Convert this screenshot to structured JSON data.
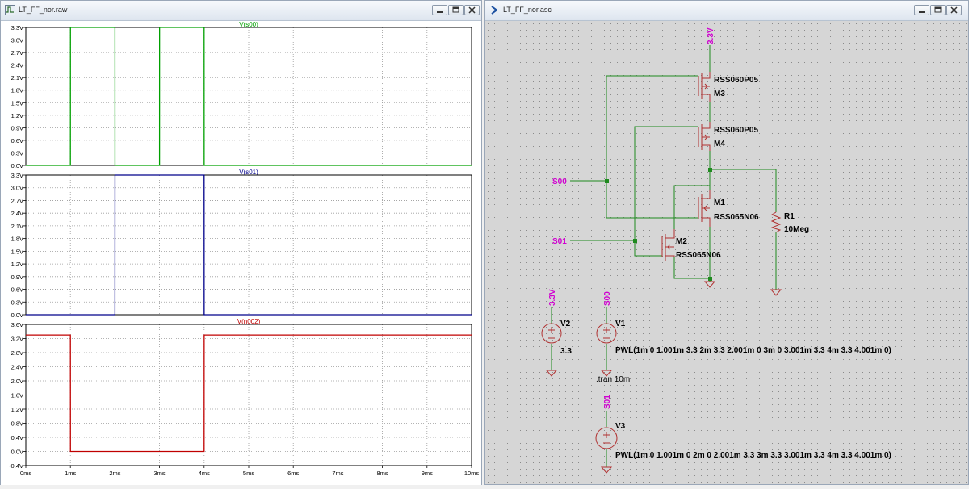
{
  "waveform_window": {
    "title": "LT_FF_nor.raw",
    "plots": [
      {
        "title": "V(s00)",
        "color": "#00a000",
        "yticks": [
          "3.3V",
          "3.0V",
          "2.7V",
          "2.4V",
          "2.1V",
          "1.8V",
          "1.5V",
          "1.2V",
          "0.9V",
          "0.6V",
          "0.3V",
          "0.0V"
        ]
      },
      {
        "title": "V(s01)",
        "color": "#00008b",
        "yticks": [
          "3.3V",
          "3.0V",
          "2.7V",
          "2.4V",
          "2.1V",
          "1.8V",
          "1.5V",
          "1.2V",
          "0.9V",
          "0.6V",
          "0.3V",
          "0.0V"
        ]
      },
      {
        "title": "V(n002)",
        "color": "#c00000",
        "yticks": [
          "3.6V",
          "3.2V",
          "2.8V",
          "2.4V",
          "2.0V",
          "1.6V",
          "1.2V",
          "0.8V",
          "0.4V",
          "0.0V",
          "-0.4V"
        ]
      }
    ],
    "xticks": [
      "0ms",
      "1ms",
      "2ms",
      "3ms",
      "4ms",
      "5ms",
      "6ms",
      "7ms",
      "8ms",
      "9ms",
      "10ms"
    ]
  },
  "chart_data": [
    {
      "type": "line",
      "title": "V(s00)",
      "x_unit": "ms",
      "ylim": [
        0,
        3.3
      ],
      "xlim": [
        0,
        10
      ],
      "x": [
        0,
        1,
        1.001,
        2,
        2.001,
        3,
        3.001,
        4,
        4.001,
        10
      ],
      "y": [
        0,
        0,
        3.3,
        3.3,
        0,
        0,
        3.3,
        3.3,
        0,
        0
      ]
    },
    {
      "type": "line",
      "title": "V(s01)",
      "x_unit": "ms",
      "ylim": [
        0,
        3.3
      ],
      "xlim": [
        0,
        10
      ],
      "x": [
        0,
        2,
        2.001,
        4,
        4.001,
        10
      ],
      "y": [
        0,
        0,
        3.3,
        3.3,
        0,
        0
      ]
    },
    {
      "type": "line",
      "title": "V(n002)",
      "x_unit": "ms",
      "ylim": [
        -0.4,
        3.6
      ],
      "xlim": [
        0,
        10
      ],
      "x": [
        0,
        1,
        1.001,
        4,
        4.001,
        10
      ],
      "y": [
        3.3,
        3.3,
        0.0,
        0.0,
        3.3,
        3.3
      ]
    }
  ],
  "schematic_window": {
    "title": "LT_FF_nor.asc",
    "labels": {
      "vdd_top": "3.3V",
      "m3_model": "RSS060P05",
      "m3_name": "M3",
      "m4_model": "RSS060P05",
      "m4_name": "M4",
      "m1_name": "M1",
      "m1_model": "RSS065N06",
      "m2_name": "M2",
      "m2_model": "RSS065N06",
      "r1_name": "R1",
      "r1_value": "10Meg",
      "s00": "S00",
      "s01": "S01",
      "v2_net": "3.3V",
      "v2_name": "V2",
      "v2_value": "3.3",
      "v1_net": "S00",
      "v1_name": "V1",
      "v1_value": "PWL(1m 0 1.001m 3.3 2m 3.3 2.001m 0 3m 0 3.001m 3.3 4m 3.3 4.001m 0)",
      "tran": ".tran 10m",
      "v3_net": "S01",
      "v3_name": "V3",
      "v3_value": "PWL(1m 0 1.001m 0 2m 0 2.001m 3.3 3m 3.3 3.001m 3.3 4m 3.3 4.001m 0)"
    }
  }
}
